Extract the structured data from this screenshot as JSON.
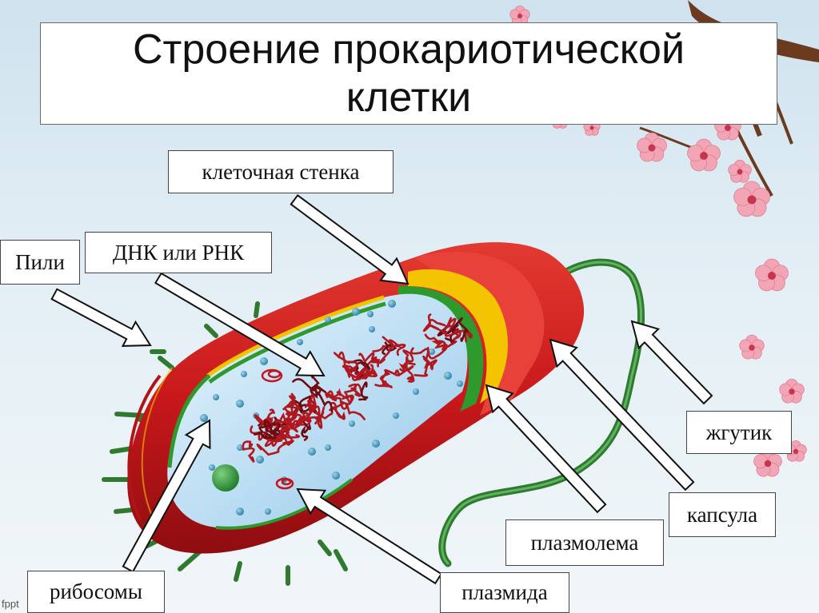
{
  "title": "Строение прокариотической клетки",
  "labels": {
    "cell_wall": "клеточная стенка",
    "pili": "Пили",
    "dna_rna": "ДНК или РНК",
    "flagellum": "жгутик",
    "capsule": "капсула",
    "plasmalemma": "плазмолема",
    "ribosomes": "рибосомы",
    "plasmid": "плазмида"
  },
  "watermark": "fppt",
  "colors": {
    "capsule": "#c8181b",
    "cell_wall": "#f5c400",
    "plasmalemma": "#2e9a2e",
    "cytoplasm": "#bfe0f5",
    "dna": "#b0171f",
    "flagellum": "#2f7a2f",
    "pili": "#2f7a2f",
    "blossom": "#f2a5b5",
    "branch": "#6b3a1f"
  }
}
